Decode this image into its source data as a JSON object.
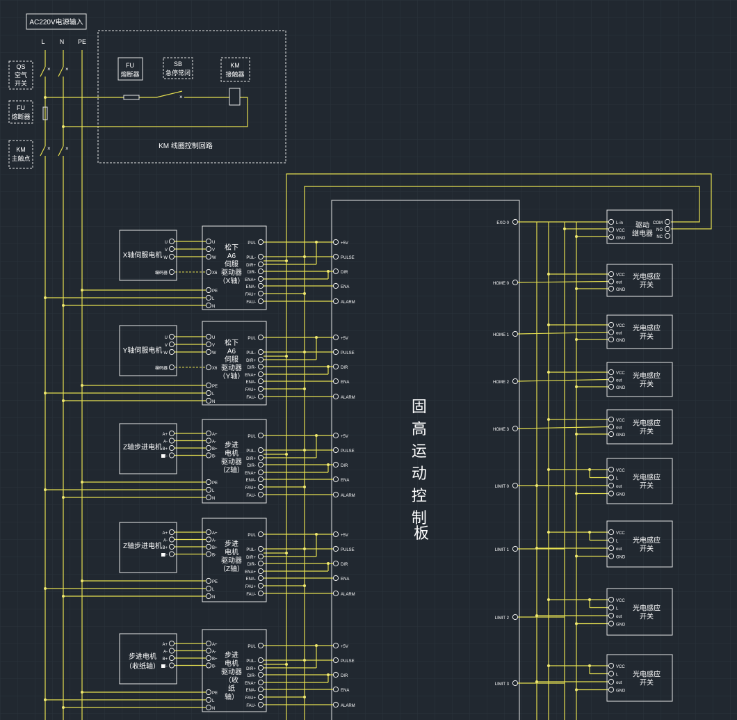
{
  "colors": {
    "background": "#212830",
    "wire": "#e6e050",
    "outline": "#e8e8e8",
    "grid": "#2b333c"
  },
  "power": {
    "input_label": "AC220V电源输入",
    "rail_L": "L",
    "rail_N": "N",
    "rail_PE": "PE",
    "qs": [
      "QS",
      "空气",
      "开关"
    ],
    "fu": [
      "FU",
      "熔断器"
    ],
    "km": [
      "KM",
      "主触点"
    ]
  },
  "coil_circuit": {
    "title": "KM 线圈控制回路",
    "fu": [
      "FU",
      "熔断器"
    ],
    "sb": [
      "SB",
      "急停常闭"
    ],
    "km": [
      "KM",
      "接触器"
    ]
  },
  "board": {
    "title": "固高运动控制板",
    "left_pins": [
      "+5V",
      "PULSE",
      "DIR",
      "ENA",
      "ALARM"
    ]
  },
  "drive_pins": [
    "PUL",
    "PUL-",
    "DIR+",
    "DIR-",
    "ENA+",
    "ENA-",
    "FAU+",
    "FAU-"
  ],
  "power_pins": [
    "PE",
    "L",
    "N"
  ],
  "axes": [
    {
      "motor": [
        "X轴伺服电机"
      ],
      "driver": [
        "松下",
        "A6",
        "伺服",
        "驱动器",
        "（X轴）"
      ],
      "kind": "servo"
    },
    {
      "motor": [
        "Y轴伺服电机"
      ],
      "driver": [
        "松下",
        "A6",
        "伺服",
        "驱动器",
        "（Y轴）"
      ],
      "kind": "servo"
    },
    {
      "motor": [
        "Z轴步进电机"
      ],
      "driver": [
        "步进",
        "电机",
        "驱动器",
        "（Z轴）"
      ],
      "kind": "stepper"
    },
    {
      "motor": [
        "Z轴步进电机"
      ],
      "driver": [
        "步进",
        "电机",
        "驱动器",
        "（Z轴）"
      ],
      "kind": "stepper"
    },
    {
      "motor": [
        "步进电机",
        "（收纸轴）"
      ],
      "driver": [
        "步进",
        "电机",
        "驱动器",
        "（收",
        "纸",
        "轴）"
      ],
      "kind": "stepper"
    }
  ],
  "servo_motor_pins": [
    "U",
    "V",
    "W"
  ],
  "servo_encoder_pin": "编码器",
  "servo_driver_pins": [
    "U",
    "V",
    "W",
    "X6"
  ],
  "stepper_motor_pins": [
    "A+",
    "A-",
    "B+",
    "B-"
  ],
  "io_pins": [
    "EXO 0",
    "HOME 0",
    "HOME 1",
    "HOME 2",
    "HOME 3",
    "LIMIT 0",
    "LIMIT 1",
    "LIMIT 2",
    "LIMIT 3"
  ],
  "relay": {
    "label": [
      "驱动",
      "继电器"
    ],
    "left_pins": [
      "L-in",
      "VCC",
      "GND"
    ],
    "right_pins": [
      "COM",
      "NO",
      "NC"
    ]
  },
  "sensor": {
    "label": [
      "光电感应",
      "开关"
    ],
    "pins3": [
      "VCC",
      "out",
      "GND"
    ],
    "pins4": [
      "VCC",
      "L",
      "out",
      "GND"
    ]
  }
}
